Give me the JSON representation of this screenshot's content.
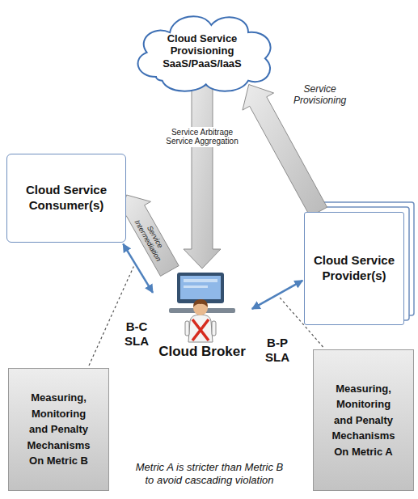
{
  "diagram": {
    "nodes": [
      {
        "text": [
          "Cloud Service Provisioning",
          "SaaS/PaaS/IaaS"
        ]
      },
      {
        "text": [
          "Cloud Service Consumer(s)"
        ]
      },
      {
        "text": [
          "Cloud Service Provider(s)"
        ]
      },
      {
        "text": [
          "Cloud Broker"
        ]
      },
      {
        "text": [
          "Measuring, Monitoring and Penalty Mechanisms On Metric B"
        ]
      },
      {
        "text": [
          "Measuring, Monitoring and Penalty Mechanisms On Metric A"
        ]
      }
    ],
    "edges": [
      {
        "from": 0,
        "to": 3,
        "arrow": "to",
        "label": "Service Arbitrage Service Aggregation"
      },
      {
        "from": 2,
        "to": 0,
        "arrow": "to",
        "label": "Service Provisioning"
      },
      {
        "from": 3,
        "to": 1,
        "arrow": "to",
        "label": "Service Intermediation"
      },
      {
        "from": 1,
        "to": 3,
        "arrow": "both"
      },
      {
        "from": 3,
        "to": 2,
        "arrow": "both"
      }
    ],
    "labels": [
      "B-C SLA",
      "B-P SLA",
      "Metric A is stricter than Metric B to avoid cascading violation"
    ]
  }
}
